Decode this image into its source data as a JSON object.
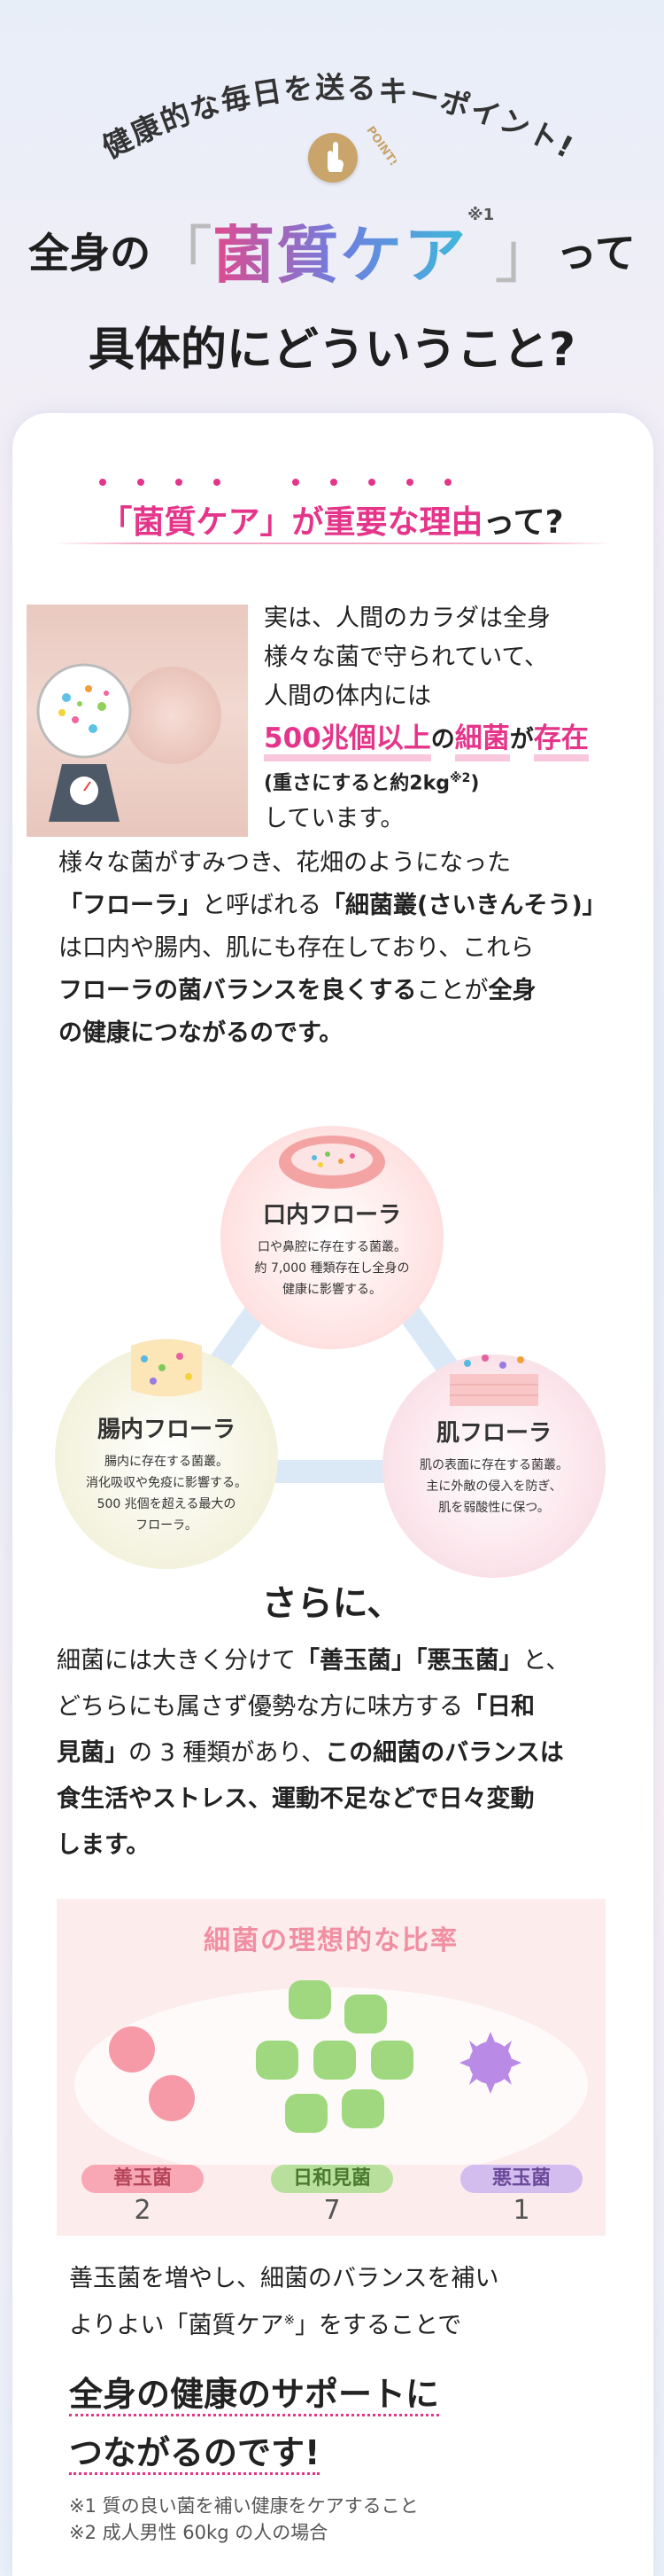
{
  "header": {
    "arc_text": "健康的な毎日を送るキーポイント!",
    "point_label": "POINT!",
    "title_lead": "全身の",
    "title_keyword": "菌質ケア",
    "title_keyword_note": "※1",
    "title_tail": "って",
    "title_line2": "具体的にどういうこと?"
  },
  "section1": {
    "heading_pre": "「",
    "heading_keyword": "菌質ケア",
    "heading_mid": "」が",
    "heading_highlight": "重要な理由",
    "heading_tail": "って?",
    "intro_lines": [
      "実は、人間のカラダは全身",
      "様々な菌で守られていて、",
      "人間の体内には"
    ],
    "stat_strong": "500兆個以上",
    "stat_mid": "の",
    "stat_word": "細菌",
    "stat_ga": "が",
    "stat_end": "存在",
    "weight_note_pre": "(重さにすると約",
    "weight_value": "2kg",
    "weight_note_mark": "※2",
    "weight_note_post": ")",
    "intro_end": "しています。",
    "flora_p1": "様々な菌がすみつき、花畑のようになった",
    "flora_q_open": "「",
    "flora_term": "フローラ",
    "flora_q_close": "」",
    "flora_mid": "と呼ばれる",
    "flora_term2": "「細菌叢(さいきんそう)」",
    "flora_p2": "は口内や腸内、肌にも存在しており、これら",
    "flora_p3_strong": "フローラの菌バランスを良くする",
    "flora_p3_mid": "ことが",
    "flora_p3_strong2": "全身",
    "flora_p4_strong": "の健康につながるのです。"
  },
  "flora": {
    "oral": {
      "name": "口内フローラ",
      "desc": [
        "口や鼻腔に存在する菌叢。",
        "約 7,000 種類存在し全身の",
        "健康に影響する。"
      ]
    },
    "gut": {
      "name": "腸内フローラ",
      "desc": [
        "腸内に存在する菌叢。",
        "消化吸収や免疫に影響する。",
        "500 兆個を超える最大の",
        "フローラ。"
      ]
    },
    "skin": {
      "name": "肌フローラ",
      "desc": [
        "肌の表面に存在する菌叢。",
        "主に外敵の侵入を防ぎ、",
        "肌を弱酸性に保つ。"
      ]
    }
  },
  "section2": {
    "heading": "さらに、",
    "p1_pre": "細菌には大きく分けて",
    "p1_good": "「善玉菌」",
    "p1_bad": "「悪玉菌」",
    "p1_post": "と、",
    "p2": "どちらにも属さず優勢な方に味方する",
    "p2_term": "「日和",
    "p3_term": "見菌」",
    "p3_mid": "の 3 種類があり、",
    "p3_strong": "この細菌のバランスは",
    "p4_strong": "食生活やストレス、運動不足などで日々変動",
    "p5_strong": "します。"
  },
  "ratio": {
    "title": "細菌の理想的な比率",
    "groups": [
      {
        "name": "善玉菌",
        "value": "2",
        "color": "#f7a8b4"
      },
      {
        "name": "日和見菌",
        "value": "7",
        "color": "#a6d98a"
      },
      {
        "name": "悪玉菌",
        "value": "1",
        "color": "#c3a6e8"
      }
    ]
  },
  "closing": {
    "p1": "善玉菌を増やし、細菌のバランスを補い",
    "p2_pre": "よりよい「菌質ケア",
    "p2_mark": "※",
    "p2_post": "」をすることで",
    "big1": "全身の健康のサポートに",
    "big2": "つながるのです!",
    "note1": "※1 質の良い菌を補い健康をケアすること",
    "note2": "※2 成人男性 60kg の人の場合"
  }
}
